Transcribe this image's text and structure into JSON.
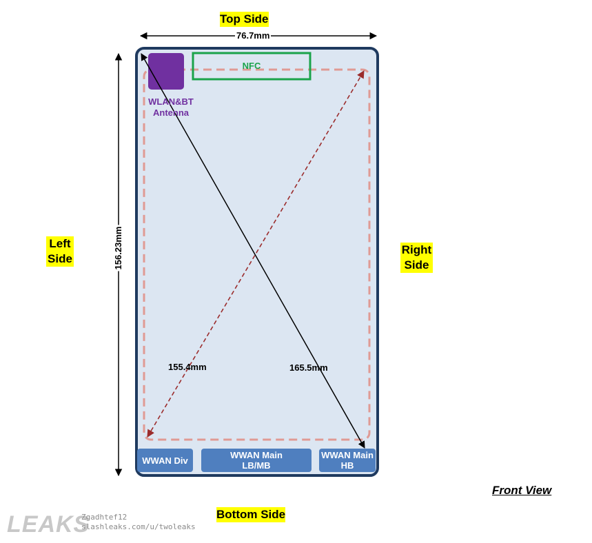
{
  "sides": {
    "top": "Top Side",
    "bottom": "Bottom Side",
    "left_line1": "Left",
    "left_line2": "Side",
    "right_line1": "Right",
    "right_line2": "Side"
  },
  "dimensions": {
    "width": "76.7mm",
    "height": "156.23mm",
    "display_diagonal": "155.4mm",
    "device_diagonal": "165.5mm"
  },
  "antennas": {
    "nfc": "NFC",
    "wlan_bt_line1": "WLAN&BT",
    "wlan_bt_line2": "Antenna",
    "wwan_div": "WWAN Div",
    "wwan_main_lbmb_line1": "WWAN Main",
    "wwan_main_lbmb_line2": "LB/MB",
    "wwan_main_hb_line1": "WWAN Main",
    "wwan_main_hb_line2": "HB"
  },
  "view_label": "Front View",
  "watermark": {
    "brand": "LEAKS",
    "line1": "Zgadhtef12",
    "line2": "slashleaks.com/u/twoleaks"
  },
  "colors": {
    "device_outline": "#1f3a5f",
    "device_fill": "#dce6f2",
    "display_outline": "#e09a94",
    "display_diagonal": "#9b2c2c",
    "nfc": "#1aa34a",
    "wlan_bt": "#7030a0",
    "wwan": "#4f7fbf",
    "highlight": "#ffff00"
  }
}
